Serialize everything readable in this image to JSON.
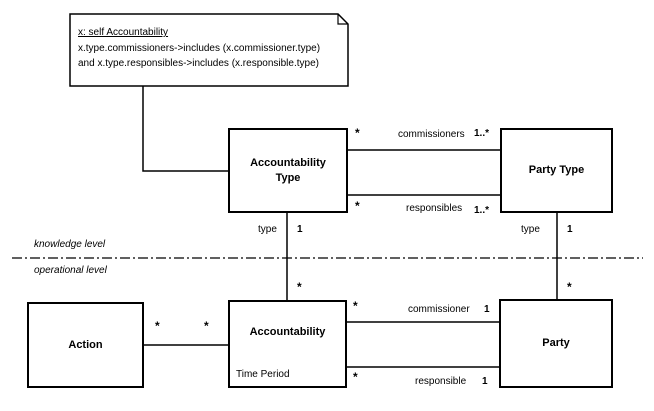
{
  "note": {
    "title": "x: self Accountability",
    "line1": "x.type.commissioners->includes (x.commissioner.type)",
    "line2": "and x.type.responsibles->includes (x.responsible.type)"
  },
  "classes": {
    "accountability_type": [
      "Accountability",
      "Type"
    ],
    "party_type": "Party Type",
    "action": "Action",
    "accountability": "Accountability",
    "accountability_attribute": "Time Period",
    "party": "Party"
  },
  "levels": {
    "knowledge": "knowledge level",
    "operational": "operational level"
  },
  "associations": {
    "commissioners": {
      "role": "commissioners",
      "mult_near": "1..*",
      "mult_far": "*"
    },
    "responsibles": {
      "role": "responsibles",
      "mult_near": "1..*",
      "mult_far": "*"
    },
    "acc_type_type": {
      "role": "type",
      "mult_near": "1",
      "mult_far": "*"
    },
    "party_type_type": {
      "role": "type",
      "mult_near": "1",
      "mult_far": "*"
    },
    "action_acc": {
      "mult_left": "*",
      "mult_right": "*"
    },
    "commissioner": {
      "role": "commissioner",
      "mult_near": "1",
      "mult_far": "*"
    },
    "responsible": {
      "role": "responsible",
      "mult_near": "1",
      "mult_far": "*"
    }
  }
}
